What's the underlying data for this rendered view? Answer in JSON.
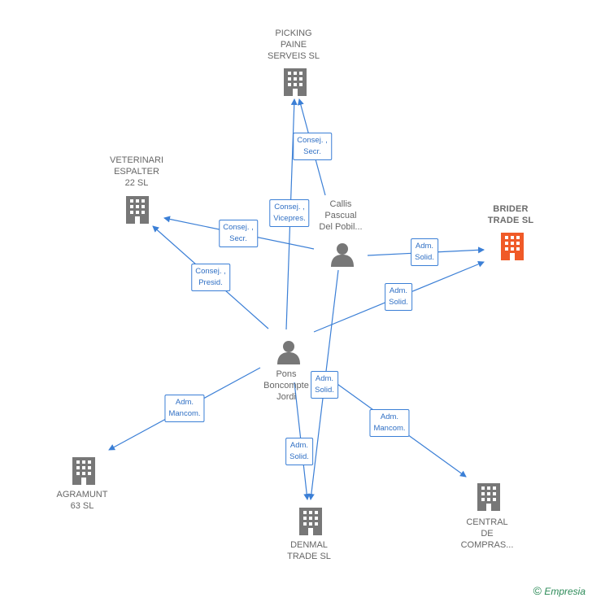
{
  "colors": {
    "edge": "#3b7fd6",
    "company": "#777777",
    "highlight": "#f05a28",
    "person": "#777777"
  },
  "nodes": {
    "picking": {
      "label": [
        "PICKING",
        "PAINE",
        "SERVEIS SL"
      ],
      "type": "company"
    },
    "veterinari": {
      "label": [
        "VETERINARI",
        "ESPALTER",
        "22  SL"
      ],
      "type": "company"
    },
    "brider": {
      "label": [
        "BRIDER",
        "TRADE  SL"
      ],
      "type": "company-highlight"
    },
    "callis": {
      "label": [
        "Callis",
        "Pascual",
        "Del Pobil..."
      ],
      "type": "person"
    },
    "pons": {
      "label": [
        "Pons",
        "Boncompte",
        "Jordi"
      ],
      "type": "person"
    },
    "agramunt": {
      "label": [
        "AGRAMUNT",
        "63  SL"
      ],
      "type": "company"
    },
    "denmal": {
      "label": [
        "DENMAL",
        "TRADE  SL"
      ],
      "type": "company"
    },
    "central": {
      "label": [
        "CENTRAL",
        "DE",
        "COMPRAS..."
      ],
      "type": "company"
    }
  },
  "edge_labels": {
    "callis_picking": [
      "Consej. ,",
      "Secr."
    ],
    "pons_picking": [
      "Consej. ,",
      "Vicepres."
    ],
    "callis_veterinari": [
      "Consej. ,",
      "Secr."
    ],
    "pons_veterinari": [
      "Consej. ,",
      "Presid."
    ],
    "callis_brider": [
      "Adm.",
      "Solid."
    ],
    "pons_brider": [
      "Adm.",
      "Solid."
    ],
    "callis_denmal": [
      "Adm.",
      "Solid."
    ],
    "pons_denmal": [
      "Adm.",
      "Solid."
    ],
    "pons_agramunt": [
      "Adm.",
      "Mancom."
    ],
    "pons_central": [
      "Adm.",
      "Mancom."
    ]
  },
  "footer": {
    "copyright": "©",
    "brand": "Empresia"
  }
}
